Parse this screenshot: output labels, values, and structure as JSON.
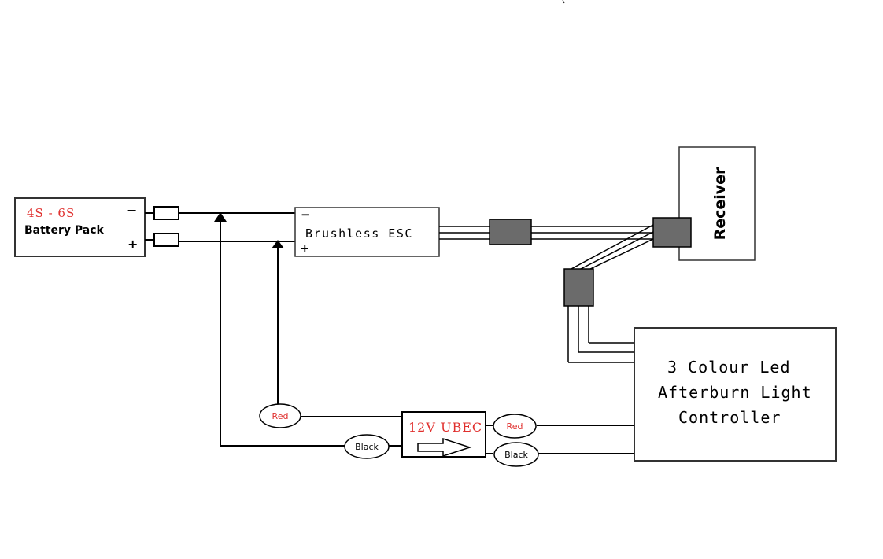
{
  "battery": {
    "cells": "4S - 6S",
    "label": "Battery Pack",
    "minus": "−",
    "plus": "+"
  },
  "esc": {
    "label": "Brushless ESC",
    "minus": "−",
    "plus": "+"
  },
  "receiver": {
    "label": "Receiver"
  },
  "ubec": {
    "label": "12V UBEC"
  },
  "controller": {
    "line1": "3 Colour Led",
    "line2": "Afterburn Light",
    "line3": "Controller"
  },
  "wires": {
    "red_in": "Red",
    "black_in": "Black",
    "red_out": "Red",
    "black_out": "Black"
  },
  "colors": {
    "line": "#000000",
    "connector": "#6b6b6b",
    "red_text": "#e0302e",
    "box_border": "#333333"
  }
}
